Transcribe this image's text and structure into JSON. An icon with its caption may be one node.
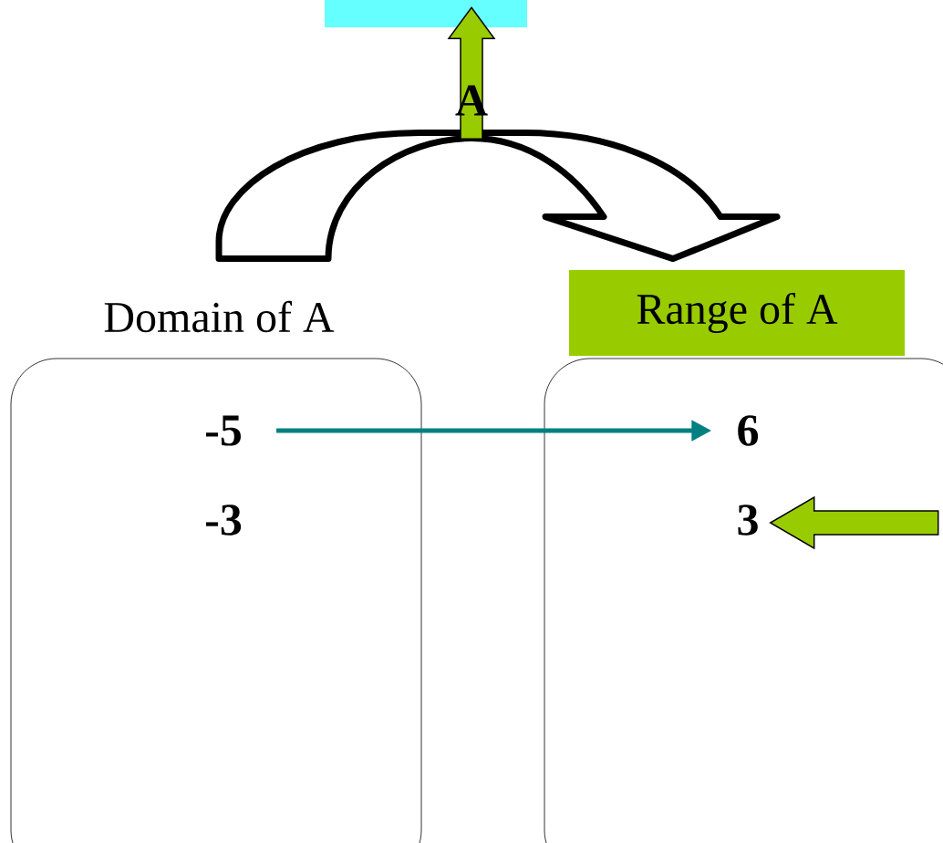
{
  "diagram": {
    "nodes": [
      {
        "text": [
          "Domain of A"
        ]
      },
      {
        "text": [
          "-5"
        ],
        "in": 0
      },
      {
        "text": [
          "-3"
        ],
        "in": 0
      },
      {
        "text": [
          "Range of A"
        ]
      },
      {
        "text": [
          "6"
        ],
        "in": 3
      },
      {
        "text": [
          "3"
        ],
        "in": 3
      },
      {
        "text": [],
        "shape": "box"
      }
    ],
    "edges": [
      {
        "from": 0,
        "to": 3,
        "arrow": "to",
        "style": "thick",
        "color": "#000000"
      },
      {
        "from": 1,
        "to": 4,
        "arrow": "to",
        "color": "#008080"
      },
      {
        "from": null,
        "to": 6,
        "arrow": "to",
        "color": "#99cc00"
      },
      {
        "from": null,
        "to": 5,
        "arrow": "to",
        "color": "#99cc00"
      }
    ],
    "labels": [
      "A"
    ]
  }
}
